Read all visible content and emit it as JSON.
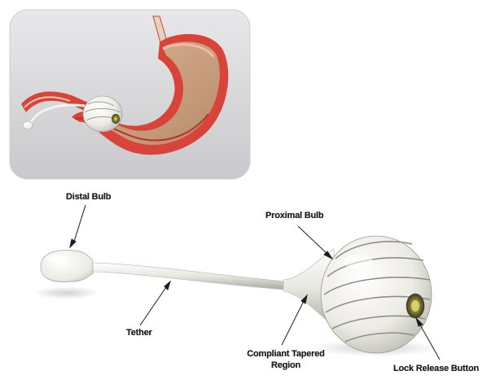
{
  "labels": {
    "distal_bulb": "Distal Bulb",
    "proximal_bulb": "Proximal Bulb",
    "tether": "Tether",
    "compliant_tapered_region_line1": "Compliant Tapered",
    "compliant_tapered_region_line2": "Region",
    "lock_release_button": "Lock Release Button"
  },
  "colors": {
    "stomach_wall": "#d8433a",
    "stomach_lining": "#c8a080",
    "device": "#eeeee8",
    "inset_background": "#d9d9dc"
  },
  "icons": {
    "inset": "stomach-with-device-icon",
    "device": "gastric-balloon-device-icon"
  }
}
